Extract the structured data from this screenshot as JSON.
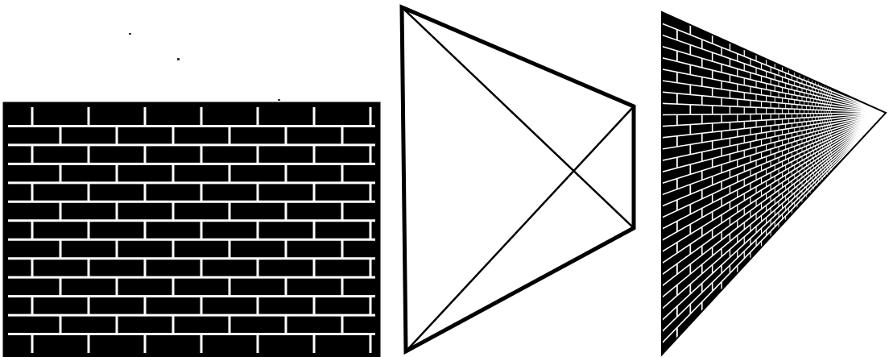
{
  "figure": {
    "panels": [
      {
        "id": "flat-brick-wall",
        "kind": "brick-texture-rectangle"
      },
      {
        "id": "perspective-quad",
        "kind": "quadrilateral-with-diagonals"
      },
      {
        "id": "warped-brick-wall",
        "kind": "brick-texture-perspective"
      }
    ],
    "colors": {
      "background": "#ffffff",
      "ink": "#000000",
      "mortar": "#ffffff"
    }
  }
}
